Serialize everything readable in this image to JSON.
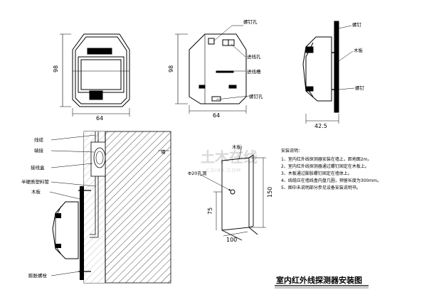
{
  "diagram": {
    "title": "室内红外线探测器安装图",
    "front_view": {
      "dim_height": "98",
      "dim_width": "64"
    },
    "rear_view": {
      "dim_height": "98",
      "dim_width": "64",
      "labels": {
        "screw_hole_top": "螺钉孔",
        "wire_inlet": "进线孔",
        "wire_slot": "进线槽",
        "screw_hole_bottom": "螺钉孔"
      }
    },
    "side_view": {
      "dim_width": "42.5",
      "labels": {
        "screw_top": "螺钉",
        "wood_board": "木板",
        "screw_bottom": "螺钉"
      }
    },
    "wall_section": {
      "labels": {
        "cable": "线缆",
        "connector": "端接",
        "junction_box": "接线盒",
        "semi_rigid_conduit": "半硬质塑料管",
        "wood_board": "木板",
        "wall": "墙",
        "expansion_bolt": "膨胀螺栓"
      }
    },
    "board_detail": {
      "label_board": "木板",
      "label_hole": "Φ20孔洞",
      "dim_75": "75",
      "dim_150": "150",
      "dim_100": "100"
    },
    "notes": {
      "heading": "安装说明：",
      "items": [
        "1、室内红外线探测器安装在墙上，距地面2m。",
        "2、室内红外线探测器通过螺钉固定在木板上。",
        "3、木板通过膨胀螺钉固定在墙体上。",
        "4、线缆应在墙线盒内盘几圈，预留长度为300mm。",
        "5、图中未说明部分参见设备安装说明书。"
      ]
    },
    "watermark": {
      "text": "土木在线",
      "sub": "COI88.COM"
    }
  }
}
